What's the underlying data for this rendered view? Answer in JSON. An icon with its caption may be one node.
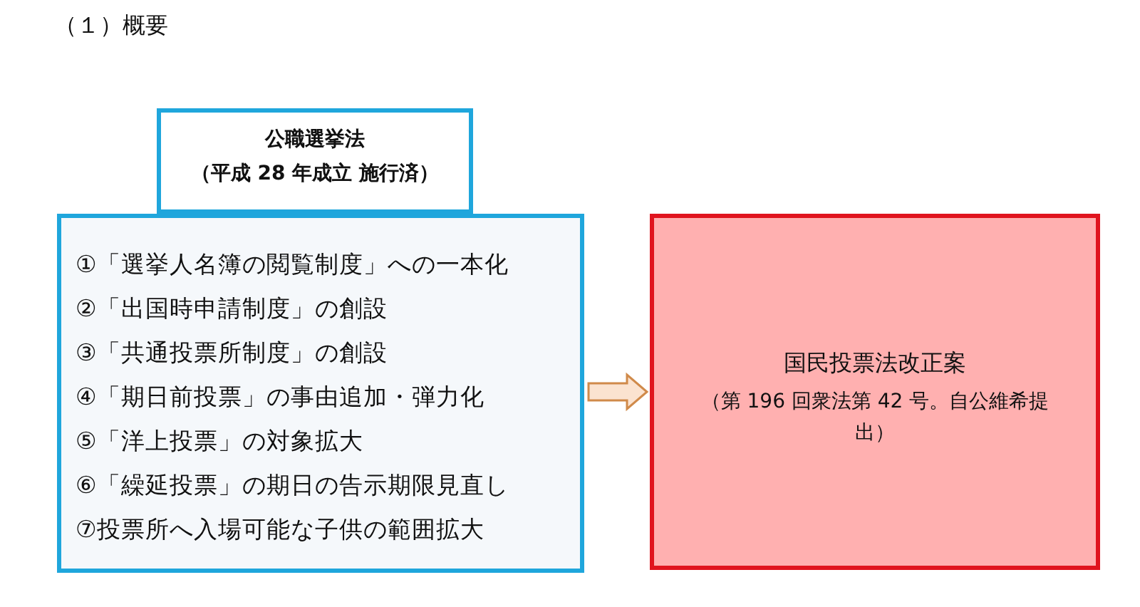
{
  "diagram": {
    "title": "（１）概要",
    "nodes": [
      {
        "text": [
          "公職選挙法",
          "（平成 28 年成立 施行済）"
        ]
      },
      {
        "text": [
          "①「選挙人名簿の閲覧制度」への一本化",
          "②「出国時申請制度」の創設",
          "③「共通投票所制度」の創設",
          "④「期日前投票」の事由追加・弾力化",
          "⑤「洋上投票」の対象拡大",
          "⑥「繰延投票」の期日の告示期限見直し",
          "⑦投票所へ入場可能な子供の範囲拡大"
        ]
      },
      {
        "text": [
          "国民投票法改正案",
          "（第 196 回衆法第 42 号。自公維希提出）"
        ]
      }
    ],
    "edges": [
      {
        "from": 1,
        "to": 2,
        "arrow": "to"
      }
    ]
  }
}
